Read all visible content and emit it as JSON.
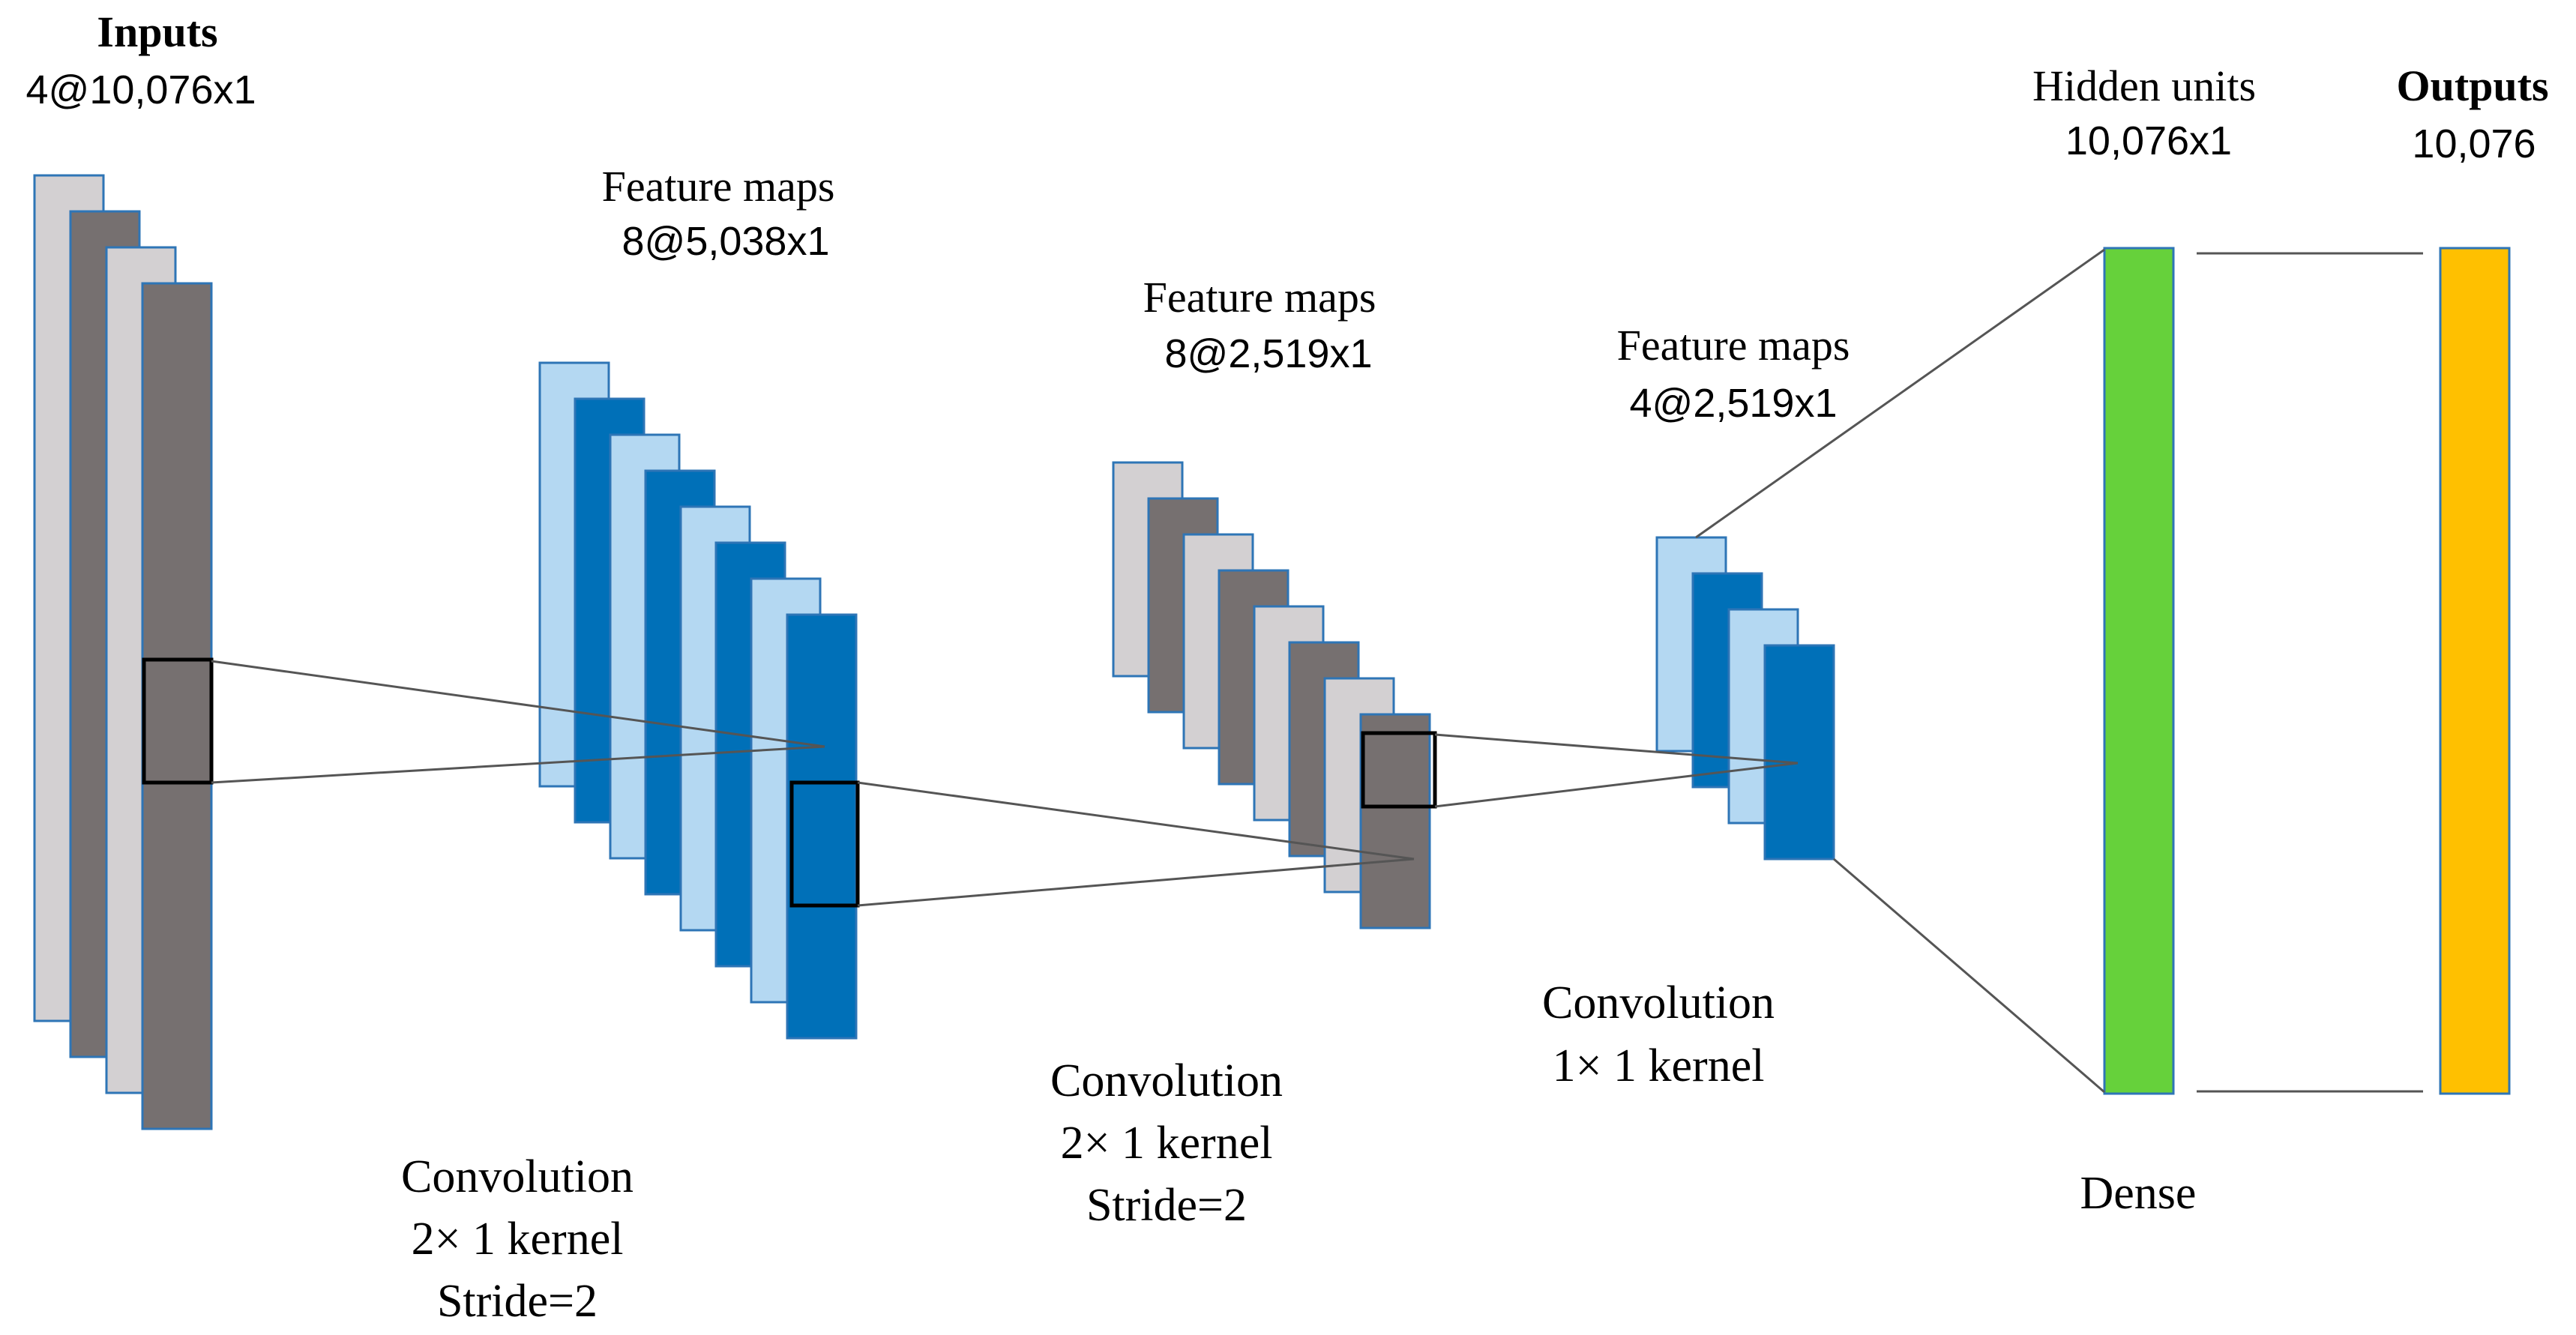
{
  "colors": {
    "light_gray": "#d3d0d2",
    "dark_gray": "#767070",
    "light_blue": "#b4d8f2",
    "dark_blue": "#0070b8",
    "green": "#66d13b",
    "orange": "#ffc000",
    "edge": "#2e75b6",
    "line": "#555555",
    "box": "#000000"
  },
  "layers": {
    "inputs": {
      "title": "Inputs",
      "dims": "4@10,076x1"
    },
    "conv1": {
      "title": "Feature maps",
      "dims": "8@5,038x1"
    },
    "conv2": {
      "title": "Feature maps",
      "dims": "8@2,519x1"
    },
    "conv3": {
      "title": "Feature maps",
      "dims": "4@2,519x1"
    },
    "hidden": {
      "title": "Hidden units",
      "dims": "10,076x1"
    },
    "outputs": {
      "title": "Outputs",
      "dims": "10,076"
    }
  },
  "operations": {
    "op1": {
      "line1": "Convolution",
      "line2": "2× 1 kernel",
      "line3": "Stride=2"
    },
    "op2": {
      "line1": "Convolution",
      "line2": "2× 1 kernel",
      "line3": "Stride=2"
    },
    "op3": {
      "line1": "Convolution",
      "line2": "1× 1 kernel"
    },
    "op4": {
      "line1": "Dense"
    }
  }
}
